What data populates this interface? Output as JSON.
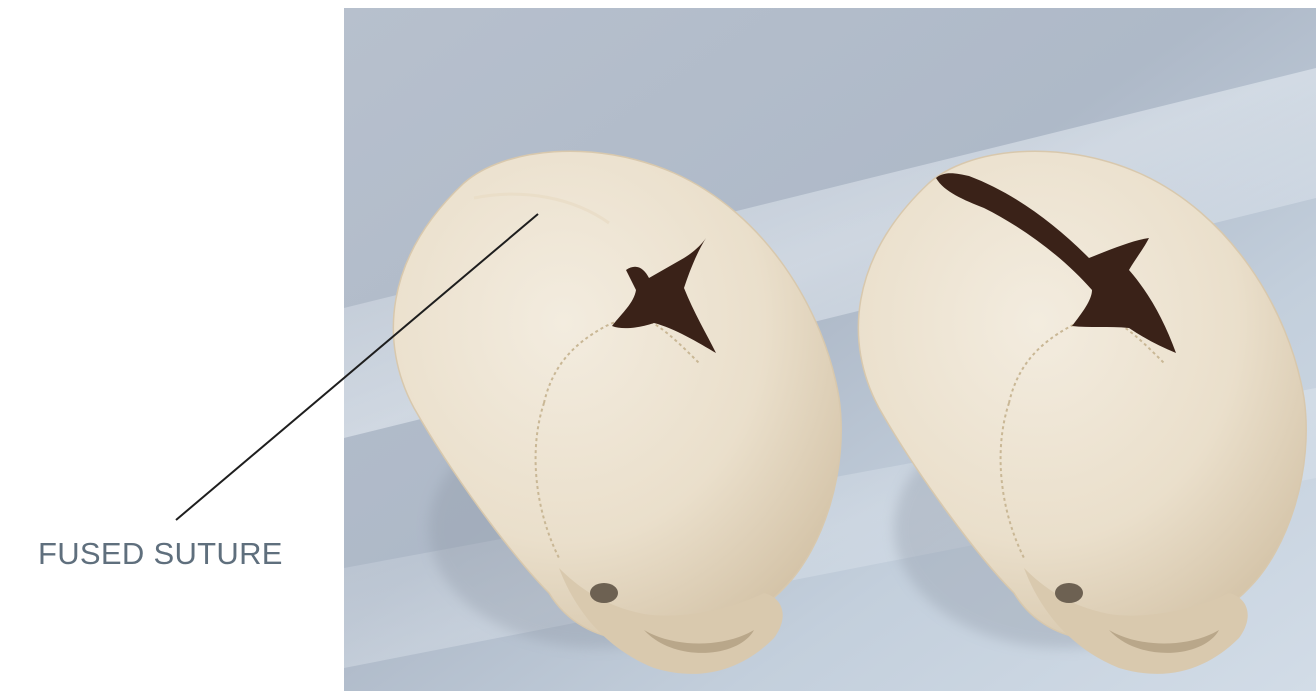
{
  "labels": {
    "fused_suture": "FUSED SUTURE"
  },
  "colors": {
    "background_top": "#b2bccb",
    "background_bottom": "#cdd8e4",
    "bone": "#ede4d3",
    "bone_shadow": "#d6c6ac",
    "fontanelle": "#3a2218",
    "label_text": "#5f6f7d",
    "leader_line": "#1e1e1e"
  },
  "figure": {
    "skulls": [
      {
        "name": "skull-with-fused-suture",
        "sagittal_suture_open": false
      },
      {
        "name": "skull-with-open-suture",
        "sagittal_suture_open": true
      }
    ]
  }
}
